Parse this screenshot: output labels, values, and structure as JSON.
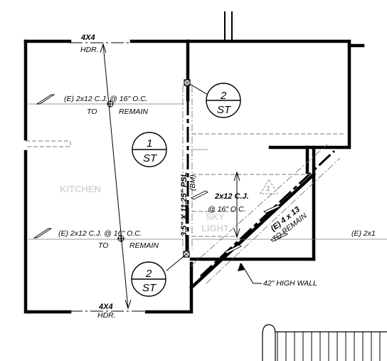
{
  "labels": {
    "header_top_size": "4X4",
    "header_top_type": "HDR.",
    "header_bottom_size": "4X4",
    "header_bottom_type": "HDR.",
    "joist_upper": "(E) 2x12 C.J. @ 16\" O.C.",
    "joist_upper_remain_a": "TO",
    "joist_upper_remain_b": "REMAIN",
    "joist_lower": "(E) 2x12 C.J. @ 16\" O.C.",
    "joist_lower_remain_a": "TO",
    "joist_lower_remain_b": "REMAIN",
    "joist_right": "(E) 2x1",
    "psl_beam": "3.5\" X 11.25\" PSL",
    "psl_note": "(BM)",
    "new_joist_a": "2x12 C.J.",
    "new_joist_b": "@ 16\" O.C.",
    "diag_joist_a": "(E) 4 x 13",
    "diag_joist_b": "TO REMAIN",
    "high_wall": "42\" HIGH WALL",
    "kitchen": "KITCHEN",
    "skylight_a": "SKY",
    "skylight_b": "LIGHT"
  },
  "callouts": {
    "upper_right": {
      "top": "2",
      "bottom": "ST"
    },
    "middle": {
      "top": "1",
      "bottom": "ST"
    },
    "lower": {
      "top": "2",
      "bottom": "ST"
    },
    "revision": "1"
  }
}
